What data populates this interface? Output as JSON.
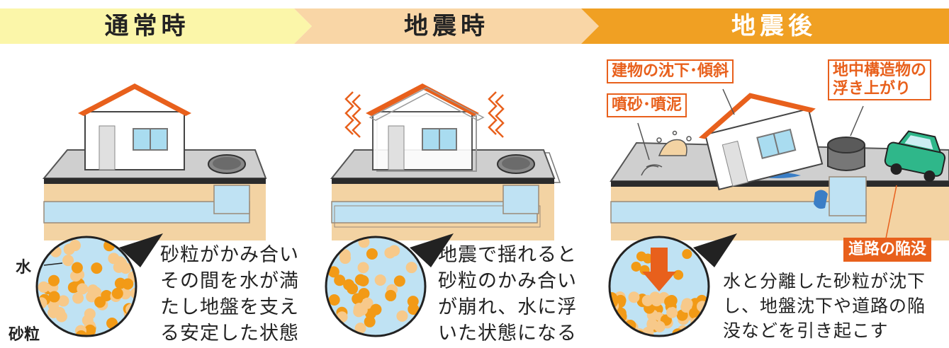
{
  "headers": [
    "通常時",
    "地震時",
    "地震後"
  ],
  "header_colors": [
    "#fbf6a9",
    "#f9d6a6",
    "#f0a023"
  ],
  "header_text_colors": [
    "#222222",
    "#222222",
    "#ffffff"
  ],
  "panels": {
    "normal": {
      "water_label": "水",
      "sand_label": "砂粒",
      "description": [
        "砂粒がかみ合い",
        "その間を水が満",
        "たし地盤を支え",
        "る安定した状態"
      ]
    },
    "quake": {
      "description": [
        "地震で揺れると",
        "砂粒のかみ合い",
        "が崩れ、水に浮",
        "いた状態になる"
      ]
    },
    "after": {
      "tags": {
        "building": "建物の沈下･傾斜",
        "sand_boil": "噴砂･噴泥",
        "uplift": [
          "地中構造物の",
          "浮き上がり"
        ],
        "road": "道路の陥没"
      },
      "description": [
        "水と分離した砂粒が沈下",
        "し、地盤沈下や道路の陥",
        "没などを引き起こす"
      ]
    }
  },
  "colors": {
    "accent": "#e8601c",
    "water": "#bfe2f3",
    "soil": "#f3d3a3",
    "grain": "#f29a16",
    "grain_light": "#f7c98a",
    "slab": "#cfcfcf",
    "roof": "#e8601c",
    "window": "#a9dcf0"
  },
  "icons": [
    "house-icon",
    "manhole-icon",
    "car-icon",
    "shake-icon",
    "arrow-down-icon"
  ]
}
